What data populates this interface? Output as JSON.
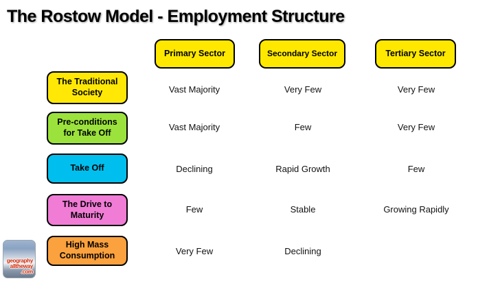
{
  "title": "The Rostow Model - Employment Structure",
  "table": {
    "column_headers": [
      {
        "label": "Primary Sector",
        "color": "#ffe800"
      },
      {
        "label": "Secondary Sector",
        "color": "#ffe800"
      },
      {
        "label": "Tertiary Sector",
        "color": "#ffe800"
      }
    ],
    "rows": [
      {
        "stage": "The Traditional Society",
        "color": "#ffe805",
        "cells": [
          "Vast Majority",
          "Very Few",
          "Very Few"
        ]
      },
      {
        "stage": "Pre-conditions for Take Off",
        "color": "#9be33c",
        "cells": [
          "Vast Majority",
          "Few",
          "Very Few"
        ]
      },
      {
        "stage": "Take Off",
        "color": "#00bfee",
        "cells": [
          "Declining",
          "Rapid Growth",
          "Few"
        ]
      },
      {
        "stage": "The Drive to Maturity",
        "color": "#f07cd6",
        "cells": [
          "Few",
          "Stable",
          "Growing Rapidly"
        ]
      },
      {
        "stage": "High Mass Consumption",
        "color": "#fba13d",
        "cells": [
          "Very Few",
          "Declining",
          ""
        ]
      }
    ]
  },
  "logo": {
    "line1": "geography",
    "line2": "alltheway",
    "line3": ".com",
    "text_color": "#cc2200"
  },
  "colors": {
    "title_text": "#000000",
    "box_border": "#000000",
    "cell_text": "#111111",
    "background": "#ffffff"
  }
}
